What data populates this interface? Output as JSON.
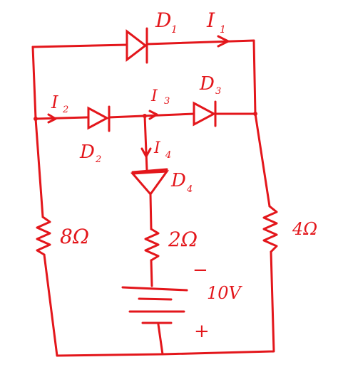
{
  "colors": {
    "ink": "#e3161b",
    "background": "#ffffff"
  },
  "labels": {
    "d1": "D",
    "d1_sub": "1",
    "i1": "I",
    "i1_sub": "1",
    "i2": "I",
    "i2_sub": "2",
    "i3": "I",
    "i3_sub": "3",
    "d3": "D",
    "d3_sub": "3",
    "d2": "D",
    "d2_sub": "2",
    "i4": "I",
    "i4_sub": "4",
    "d4": "D",
    "d4_sub": "4",
    "r8": "8Ω",
    "r2": "2Ω",
    "r4": "4Ω",
    "battery_voltage": "10V",
    "battery_minus": "−",
    "battery_plus": "+"
  }
}
